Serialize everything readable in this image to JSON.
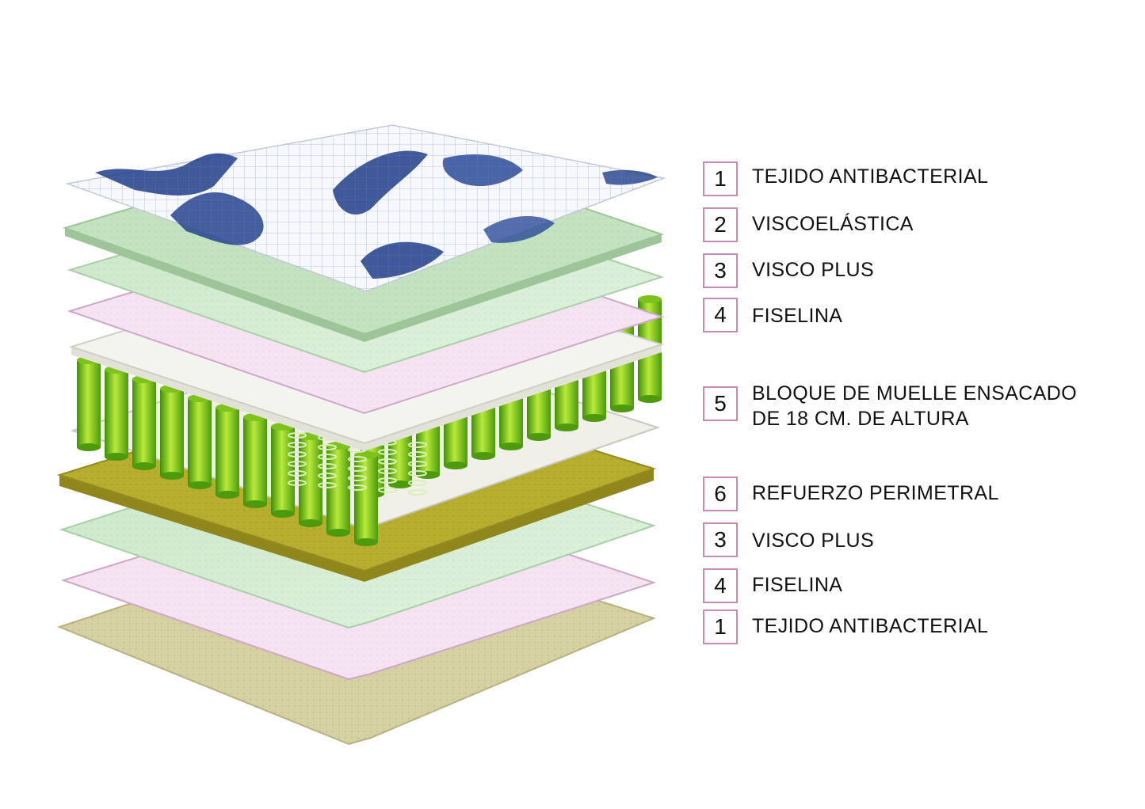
{
  "colors": {
    "box_border": "#c98ab8",
    "green_foam": "#d3ecd0",
    "pink_felt": "#f5e3f2",
    "white_board": "#f4f4ee",
    "spring_green": "#8ecf1a",
    "yellow_reinforcement": "#b7ad2e",
    "beige_bottom": "#d6d1a2",
    "fabric_blue": "#1f3d8a"
  },
  "legend": [
    {
      "number": "1",
      "label": "TEJIDO ANTIBACTERIAL"
    },
    {
      "number": "2",
      "label": "VISCOELÁSTICA"
    },
    {
      "number": "3",
      "label": "VISCO PLUS"
    },
    {
      "number": "4",
      "label": "FISELINA"
    },
    {
      "number": "5",
      "label_line1": "BLOQUE DE MUELLE ENSACADO",
      "label_line2": "DE 18 CM. DE ALTURA"
    },
    {
      "number": "6",
      "label": "REFUERZO PERIMETRAL"
    },
    {
      "number": "3",
      "label": "VISCO PLUS"
    },
    {
      "number": "4",
      "label": "FISELINA"
    },
    {
      "number": "1",
      "label": "TEJIDO ANTIBACTERIAL"
    }
  ]
}
